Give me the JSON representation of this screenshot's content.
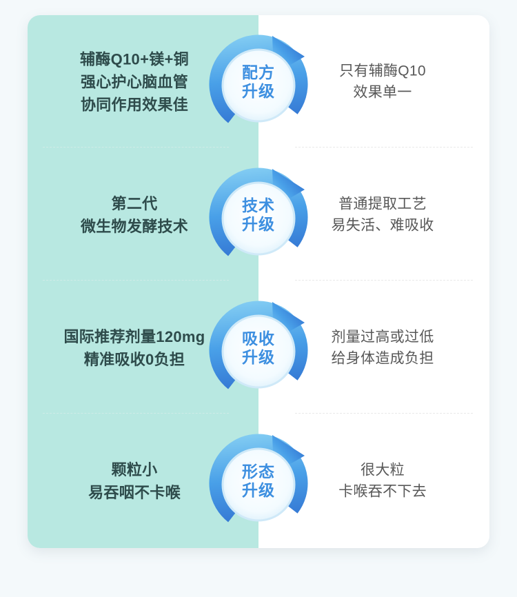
{
  "page": {
    "background_color": "#f4f9fb",
    "card_background_left": "#b8e8e1",
    "card_background_right": "#ffffff",
    "left_text_color": "#2e4b4b",
    "right_text_color": "#585858",
    "badge_text_color": "#3d8fe0",
    "arrow_color_dark": "#2f6fd0",
    "arrow_color_light": "#7ecbf2"
  },
  "rows": [
    {
      "left_lines": [
        "辅酶Q10+镁+铜",
        "强心护心脑血管",
        "协同作用效果佳"
      ],
      "badge_lines": [
        "配方",
        "升级"
      ],
      "badge_icon": "circular-upgrade-arrow-icon",
      "right_lines": [
        "只有辅酶Q10",
        "效果单一"
      ]
    },
    {
      "left_lines": [
        "第二代",
        "微生物发酵技术"
      ],
      "badge_lines": [
        "技术",
        "升级"
      ],
      "badge_icon": "circular-upgrade-arrow-icon",
      "right_lines": [
        "普通提取工艺",
        "易失活、难吸收"
      ]
    },
    {
      "left_lines": [
        "国际推荐剂量120mg",
        "精准吸收0负担"
      ],
      "badge_lines": [
        "吸收",
        "升级"
      ],
      "badge_icon": "circular-upgrade-arrow-icon",
      "right_lines": [
        "剂量过高或过低",
        "给身体造成负担"
      ]
    },
    {
      "left_lines": [
        "颗粒小",
        "易吞咽不卡喉"
      ],
      "badge_lines": [
        "形态",
        "升级"
      ],
      "badge_icon": "circular-upgrade-arrow-icon",
      "right_lines": [
        "很大粒",
        "卡喉吞不下去"
      ]
    }
  ]
}
